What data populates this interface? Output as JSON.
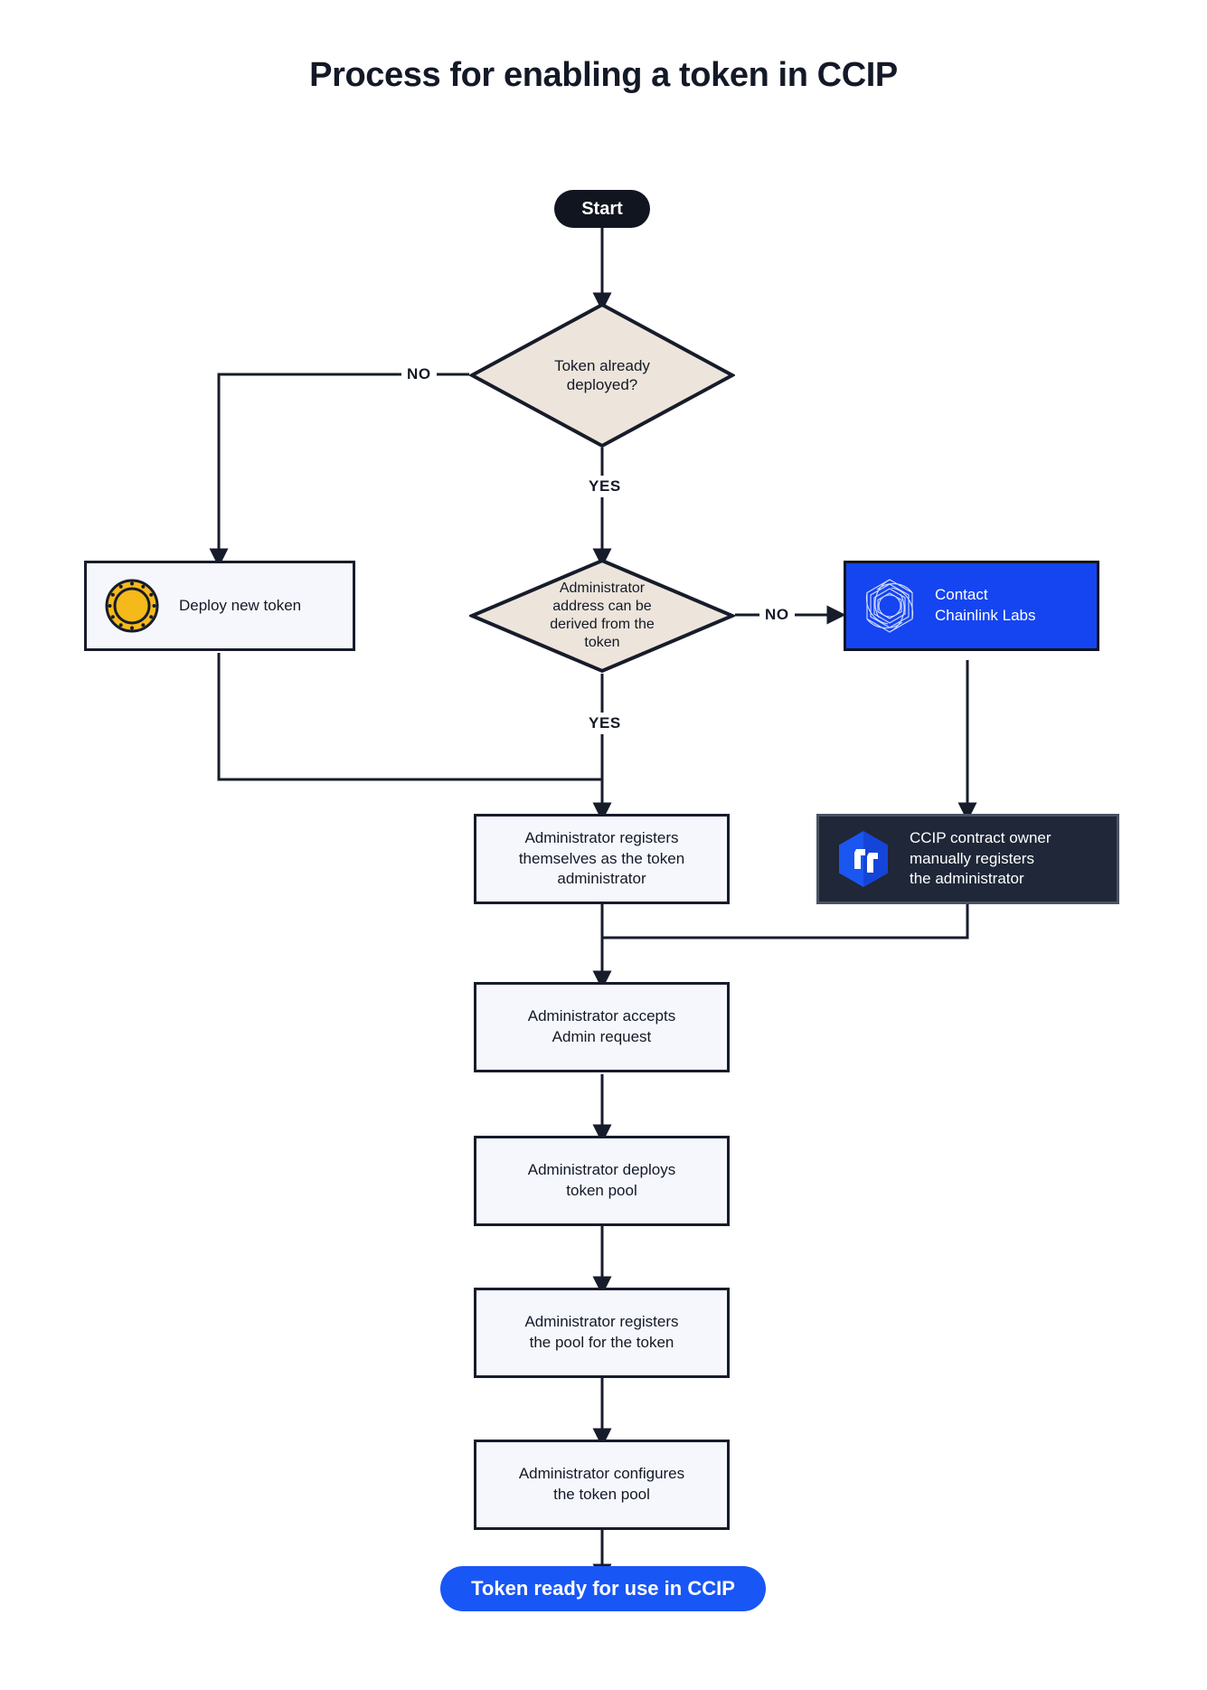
{
  "title": "Process for enabling a token in CCIP",
  "colors": {
    "dark": "#11151f",
    "blue": "#1545f0",
    "blue_pill": "#1956f6",
    "navy_box": "#1f2738",
    "beige": "#ede5db",
    "box_fill": "#f5f7fd",
    "border": "#171c2b",
    "coin_gold": "#f5b919"
  },
  "nodes": {
    "start": {
      "label": "Start",
      "type": "terminator"
    },
    "decision_deployed": {
      "label": "Token already\ndeployed?",
      "type": "decision"
    },
    "deploy_new_token": {
      "label": "Deploy new token",
      "type": "process",
      "icon": "gold-coin-icon"
    },
    "decision_admin_derived": {
      "label": "Administrator\naddress can be\nderived from the\ntoken",
      "type": "decision"
    },
    "contact_chainlink": {
      "label": "Contact\nChainlink Labs",
      "type": "process",
      "icon": "chainlink-logo-icon"
    },
    "admin_registers_self": {
      "label": "Administrator registers\nthemselves as the token\nadministrator",
      "type": "process"
    },
    "ccip_owner_registers": {
      "label": "CCIP contract owner\nmanually registers\nthe administrator",
      "type": "process",
      "icon": "ccip-hexagon-icon"
    },
    "admin_accepts": {
      "label": "Administrator accepts\nAdmin request",
      "type": "process"
    },
    "admin_deploys_pool": {
      "label": "Administrator deploys\ntoken pool",
      "type": "process"
    },
    "admin_registers_pool": {
      "label": "Administrator registers\nthe pool for the token",
      "type": "process"
    },
    "admin_configures_pool": {
      "label": "Administrator configures\nthe token pool",
      "type": "process"
    },
    "end": {
      "label": "Token ready for use in CCIP",
      "type": "terminator"
    }
  },
  "edge_labels": {
    "deployed_no": "NO",
    "deployed_yes": "YES",
    "derived_no": "NO",
    "derived_yes": "YES"
  }
}
